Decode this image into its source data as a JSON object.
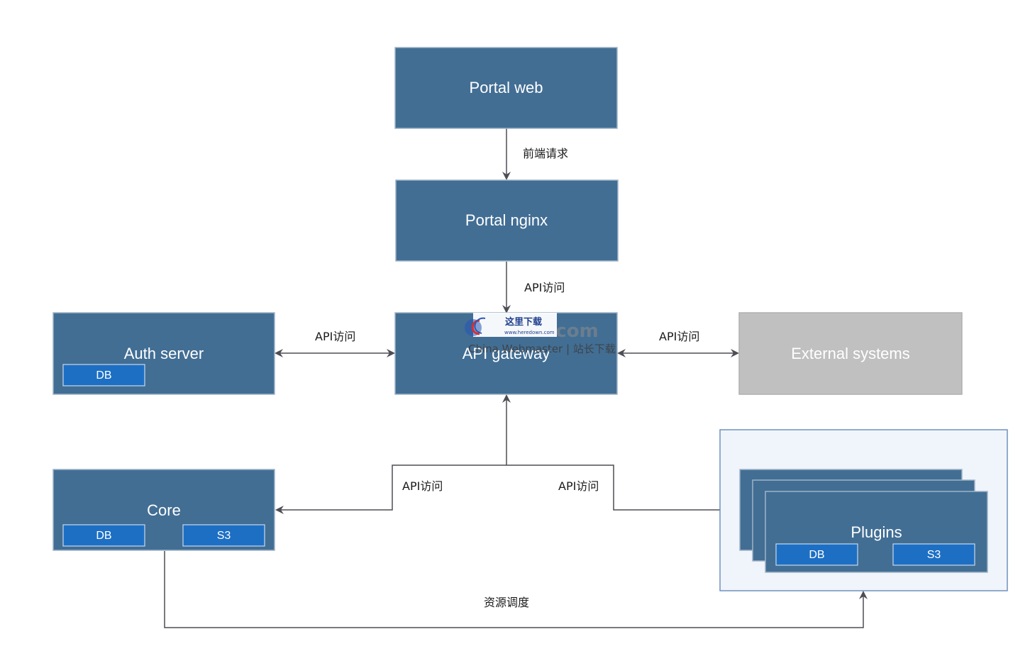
{
  "colors": {
    "node_fill": "#426e94",
    "node_stroke": "#9fb3c6",
    "sub_fill": "#1d6fc4",
    "sub_stroke": "#c8d8ea",
    "external_fill": "#c0c0c0",
    "group_fill": "#f0f4fb",
    "group_stroke": "#6f92bd",
    "edge": "#4d4d55"
  },
  "nodes": {
    "portal_web": {
      "label": "Portal web"
    },
    "portal_nginx": {
      "label": "Portal nginx"
    },
    "api_gateway": {
      "label": "API gateway"
    },
    "auth_server": {
      "label": "Auth server",
      "db": "DB"
    },
    "external_systems": {
      "label": "External systems"
    },
    "core": {
      "label": "Core",
      "db": "DB",
      "s3": "S3"
    },
    "plugins": {
      "label": "Plugins",
      "db": "DB",
      "s3": "S3"
    }
  },
  "edges": {
    "web_to_nginx": "前端请求",
    "nginx_to_gateway": "API访问",
    "auth_gateway": "API访问",
    "gateway_external": "API访问",
    "gateway_core": "API访问",
    "gateway_plugins": "API访问",
    "core_plugins": "资源调度"
  },
  "watermark": {
    "cn_title": "这里下载",
    "url": "www.heredown.com",
    "com": "c.com",
    "line": "China Webmaster | 站长下载"
  }
}
